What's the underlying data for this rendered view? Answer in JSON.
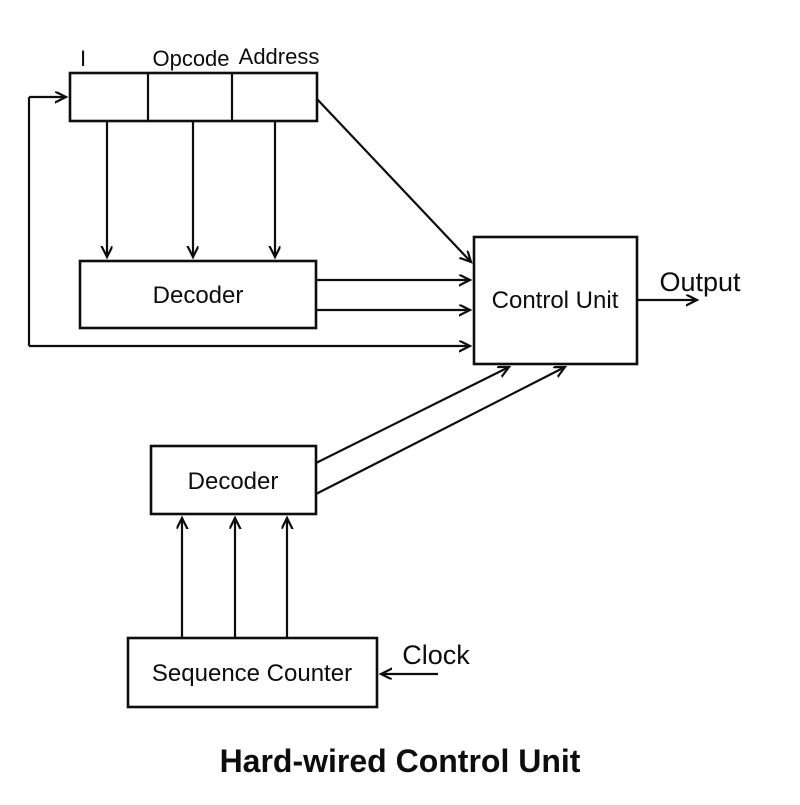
{
  "diagram": {
    "title": "Hard-wired Control Unit",
    "instruction_register": {
      "field_label": "I",
      "opcode_label": "Opcode",
      "address_label": "Address"
    },
    "opcode_decoder": {
      "label": "Decoder"
    },
    "control_unit": {
      "label": "Control Unit"
    },
    "timing_decoder": {
      "label": "Decoder"
    },
    "sequence_counter": {
      "label": "Sequence Counter"
    },
    "output_label": "Output",
    "clock_label": "Clock"
  },
  "colors": {
    "line": "#0d0d0d",
    "text": "#0d0d0d",
    "background": "#ffffff"
  }
}
